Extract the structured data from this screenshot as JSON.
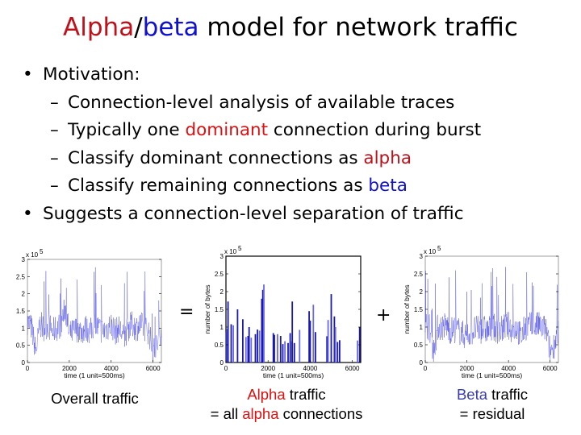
{
  "slide": {
    "title": {
      "part1": "Alpha",
      "sep": "/",
      "part2": "beta",
      "rest": " model for network traffic"
    },
    "bullets": [
      {
        "level": 1,
        "text": "Motivation:"
      },
      {
        "level": 2,
        "text": "Connection-level analysis of available traces"
      },
      {
        "level": 2,
        "pre": "Typically one ",
        "highlight": "dominant",
        "post": " connection during burst"
      },
      {
        "level": 2,
        "pre": "Classify dominant connections as ",
        "highlight": "alpha"
      },
      {
        "level": 2,
        "pre": "Classify remaining connections as ",
        "highlight": "beta"
      },
      {
        "level": 1,
        "text": "Suggests a connection-level separation of traffic"
      }
    ],
    "bullet_glyph": "•",
    "dash_glyph": "–",
    "operators": {
      "equals": "=",
      "plus": "+"
    },
    "captions": {
      "overall": "Overall traffic",
      "alpha_line1_highlight": "Alpha",
      "alpha_line1_rest": " traffic",
      "alpha_line2_pre": "= all ",
      "alpha_line2_highlight": "alpha",
      "alpha_line2_post": " connections",
      "beta_line1_highlight": "Beta",
      "beta_line1_rest": " traffic",
      "beta_line2": "= residual"
    },
    "colors": {
      "alpha_red": "#c0101a",
      "beta_blue": "#1010d0",
      "trace_blue": "#3333dd"
    }
  },
  "chart_data": [
    {
      "type": "line",
      "title": "Overall traffic",
      "xlabel": "time (1 unit=500ms)",
      "ylabel": "",
      "y_multiplier": "x 10^5",
      "xlim": [
        0,
        6400
      ],
      "ylim": [
        0,
        3
      ],
      "xticks": [
        0,
        2000,
        4000,
        6000
      ],
      "yticks": [
        0,
        0.5,
        1,
        1.5,
        2,
        2.5,
        3
      ],
      "description": "Dense noisy trace fluctuating around 1e5 bytes with peaks up to ~2.7e5, dips near 0 around t=400 and t=6000",
      "x": [
        0,
        200,
        400,
        600,
        800,
        1000,
        1200,
        1400,
        1600,
        1800,
        2000,
        2200,
        2400,
        2600,
        2800,
        3000,
        3200,
        3400,
        3600,
        3800,
        4000,
        4200,
        4400,
        4600,
        4800,
        5000,
        5200,
        5400,
        5600,
        5800,
        6000,
        6200,
        6400
      ],
      "values": [
        1.2,
        1.0,
        0.3,
        1.1,
        1.0,
        1.1,
        0.9,
        1.0,
        1.1,
        1.6,
        0.8,
        0.9,
        1.0,
        0.9,
        1.0,
        0.9,
        1.1,
        1.0,
        0.9,
        1.0,
        1.1,
        0.9,
        1.0,
        0.7,
        1.0,
        1.1,
        1.0,
        1.1,
        1.0,
        0.9,
        0.3,
        0.5,
        1.0
      ]
    },
    {
      "type": "bar",
      "title": "Alpha traffic",
      "xlabel": "time (1 unit=500ms)",
      "ylabel": "number of bytes",
      "y_multiplier": "x 10^5",
      "xlim": [
        0,
        6400
      ],
      "ylim": [
        0,
        3
      ],
      "xticks": [
        0,
        2000,
        4000,
        6000
      ],
      "yticks": [
        0,
        0.5,
        1,
        1.5,
        2,
        2.5,
        3
      ],
      "x": [
        20,
        60,
        100,
        250,
        350,
        550,
        800,
        950,
        1050,
        1100,
        1200,
        1400,
        1500,
        1600,
        1700,
        1750,
        1800,
        2250,
        2300,
        2450,
        2600,
        2700,
        2800,
        2950,
        3050,
        3100,
        3150,
        3250,
        3500,
        3950,
        4000,
        4150,
        4250,
        4800,
        4850,
        5000,
        5150,
        5200,
        5300,
        5400,
        6250,
        6350
      ],
      "values": [
        0.85,
        0.95,
        1.72,
        1.08,
        1.05,
        1.5,
        1.22,
        0.72,
        0.75,
        1.0,
        0.7,
        0.8,
        0.93,
        0.9,
        1.8,
        2.05,
        2.2,
        0.83,
        0.78,
        0.8,
        0.75,
        0.52,
        0.6,
        0.55,
        0.83,
        0.6,
        1.72,
        0.55,
        0.92,
        1.45,
        1.18,
        1.63,
        0.86,
        0.74,
        1.2,
        1.93,
        1.3,
        1.0,
        0.58,
        0.63,
        0.62,
        1.0
      ]
    },
    {
      "type": "line",
      "title": "Beta traffic",
      "xlabel": "time (1 unit=500ms)",
      "ylabel": "number of bytes",
      "y_multiplier": "x 10^5",
      "xlim": [
        0,
        6400
      ],
      "ylim": [
        0,
        3
      ],
      "xticks": [
        0,
        2000,
        4000,
        6000
      ],
      "yticks": [
        0,
        0.5,
        1,
        1.5,
        2,
        2.5,
        3
      ],
      "description": "Dense noisy residual trace around 1e5 bytes, peaks up to ~2.2e5, dips near 0 around t=400 and t=6000",
      "x": [
        0,
        200,
        400,
        600,
        800,
        1000,
        1200,
        1400,
        1600,
        1800,
        2000,
        2200,
        2400,
        2600,
        2800,
        3000,
        3200,
        3400,
        3600,
        3800,
        4000,
        4200,
        4400,
        4600,
        4800,
        5000,
        5200,
        5400,
        5600,
        5800,
        6000,
        6200,
        6400
      ],
      "values": [
        1.1,
        1.0,
        0.3,
        1.0,
        1.0,
        1.05,
        0.9,
        0.95,
        0.9,
        0.8,
        0.75,
        0.85,
        0.95,
        0.9,
        0.95,
        0.9,
        1.0,
        0.95,
        0.9,
        1.0,
        1.05,
        0.9,
        1.0,
        0.7,
        1.0,
        1.05,
        1.0,
        1.05,
        1.0,
        0.95,
        0.3,
        0.5,
        1.0
      ]
    }
  ]
}
